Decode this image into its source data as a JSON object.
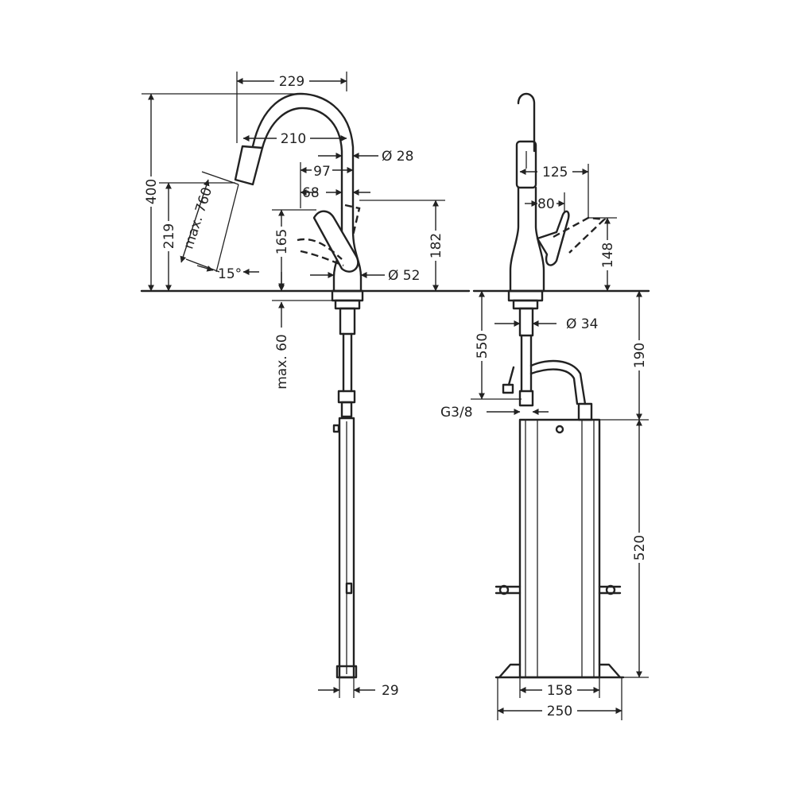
{
  "diagram": {
    "side_view": {
      "width_total": "229",
      "spout_reach": "210",
      "spout_diameter": "Ø 28",
      "lever_offset": "97",
      "lever_offset_inner": "68",
      "overall_height": "400",
      "spout_height": "219",
      "pullout_length": "max. 760",
      "swivel_angle": "15°",
      "lever_height": "165",
      "lever_top_height": "182",
      "base_diameter": "Ø 52",
      "max_thickness": "max. 60",
      "hose_width": "29"
    },
    "front_view": {
      "lever_reach": "125",
      "lever_width": "80",
      "lever_height": "148",
      "shank_diameter": "Ø 34",
      "hose_length": "550",
      "connection_height": "190",
      "thread": "G3/8",
      "box_height": "520",
      "box_inner_width": "158",
      "box_outer_width": "250"
    }
  }
}
